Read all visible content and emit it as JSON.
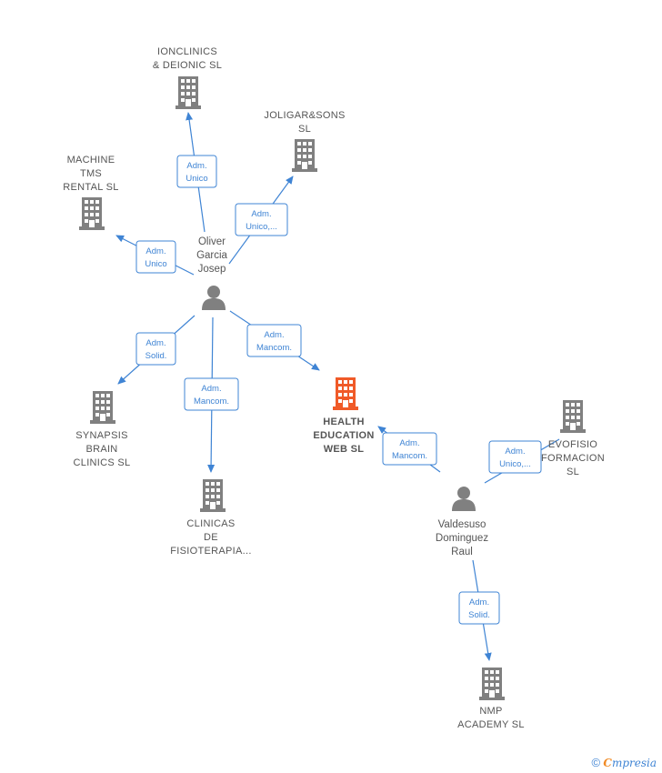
{
  "colors": {
    "edge": "#3f84d4",
    "company": "#808080",
    "company_focus": "#f05a28",
    "person": "#808080"
  },
  "nodes": {
    "ionclinics": {
      "lines": [
        "IONCLINICS",
        "& DEIONIC SL"
      ]
    },
    "joligar": {
      "lines": [
        "JOLIGAR&SONS",
        "SL"
      ]
    },
    "machine": {
      "lines": [
        "MACHINE",
        "TMS",
        "RENTAL  SL"
      ]
    },
    "oliver": {
      "lines": [
        "Oliver",
        "Garcia",
        "Josep"
      ]
    },
    "synapsis": {
      "lines": [
        "SYNAPSIS",
        "BRAIN",
        "CLINICS  SL"
      ]
    },
    "clinicas": {
      "lines": [
        "CLINICAS",
        "DE",
        "FISIOTERAPIA..."
      ]
    },
    "health": {
      "lines": [
        "HEALTH",
        "EDUCATION",
        "WEB  SL"
      ]
    },
    "evofisio": {
      "lines": [
        "EVOFISIO",
        "FORMACION",
        "SL"
      ]
    },
    "valdesuso": {
      "lines": [
        "Valdesuso",
        "Dominguez",
        "Raul"
      ]
    },
    "nmp": {
      "lines": [
        "NMP",
        "ACADEMY  SL"
      ]
    }
  },
  "edges": {
    "e1": {
      "lines": [
        "Adm.",
        "Unico"
      ]
    },
    "e2": {
      "lines": [
        "Adm.",
        "Unico,..."
      ]
    },
    "e3": {
      "lines": [
        "Adm.",
        "Unico"
      ]
    },
    "e4": {
      "lines": [
        "Adm.",
        "Solid."
      ]
    },
    "e5": {
      "lines": [
        "Adm.",
        "Mancom."
      ]
    },
    "e6": {
      "lines": [
        "Adm.",
        "Mancom."
      ]
    },
    "e7": {
      "lines": [
        "Adm.",
        "Mancom."
      ]
    },
    "e8": {
      "lines": [
        "Adm.",
        "Unico,..."
      ]
    },
    "e9": {
      "lines": [
        "Adm.",
        "Solid."
      ]
    }
  },
  "footer": {
    "copyright": "©",
    "brand_first": "C",
    "brand_rest": "mpresia"
  }
}
